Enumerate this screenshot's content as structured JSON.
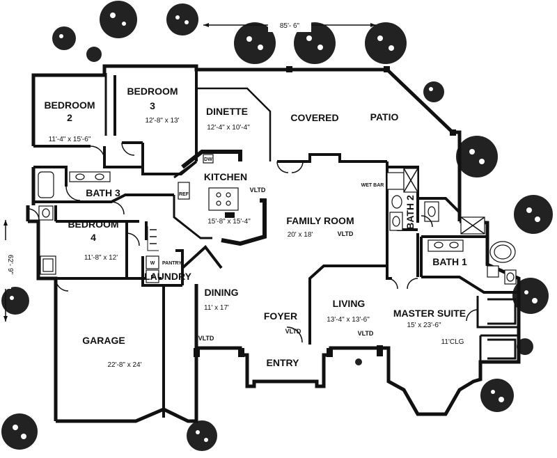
{
  "dimensions": {
    "width_label": "85'- 6\"",
    "depth_label": "62'- 9\""
  },
  "rooms": {
    "bedroom2": {
      "name": "BEDROOM",
      "number": "2",
      "size": "11'-4\" x 15'-6\""
    },
    "bedroom3": {
      "name": "BEDROOM",
      "number": "3",
      "size": "12'-8\" x 13'"
    },
    "dinette": {
      "name": "DINETTE",
      "size": "12'-4\" x 10'-4\""
    },
    "covered_patio": {
      "name1": "COVERED",
      "name2": "PATIO"
    },
    "kitchen": {
      "name": "KITCHEN",
      "size": "15'-8\" x 15'-4\"",
      "ceiling": "VLTD"
    },
    "bath3": {
      "name": "BATH 3"
    },
    "bedroom4": {
      "name": "BEDROOM",
      "number": "4",
      "size": "11'-8\" x 12'"
    },
    "laundry": {
      "name": "LAUNDRY"
    },
    "family_room": {
      "name": "FAMILY ROOM",
      "size": "20' x 18'",
      "ceiling": "VLTD"
    },
    "bath2": {
      "name": "BATH 2"
    },
    "bath1": {
      "name": "BATH 1"
    },
    "dining": {
      "name": "DINING",
      "size": "11' x 17'",
      "ceiling": "VLTD"
    },
    "foyer": {
      "name": "FOYER",
      "ceiling": "VLTD"
    },
    "living": {
      "name": "LIVING",
      "size": "13'-4\" x 13'-6\"",
      "ceiling": "VLTD"
    },
    "master_suite": {
      "name": "MASTER SUITE",
      "size": "15' x 23'-6\"",
      "ceiling": "11'CLG"
    },
    "garage": {
      "name": "GARAGE",
      "size": "22'-8\" x 24'"
    },
    "entry": {
      "name": "ENTRY"
    }
  },
  "fixtures": {
    "wet_bar": "WET BAR",
    "pantry": "PANTRY",
    "dishwasher": "DW",
    "refrigerator": "REF",
    "washer": "W",
    "dryer": "D"
  }
}
